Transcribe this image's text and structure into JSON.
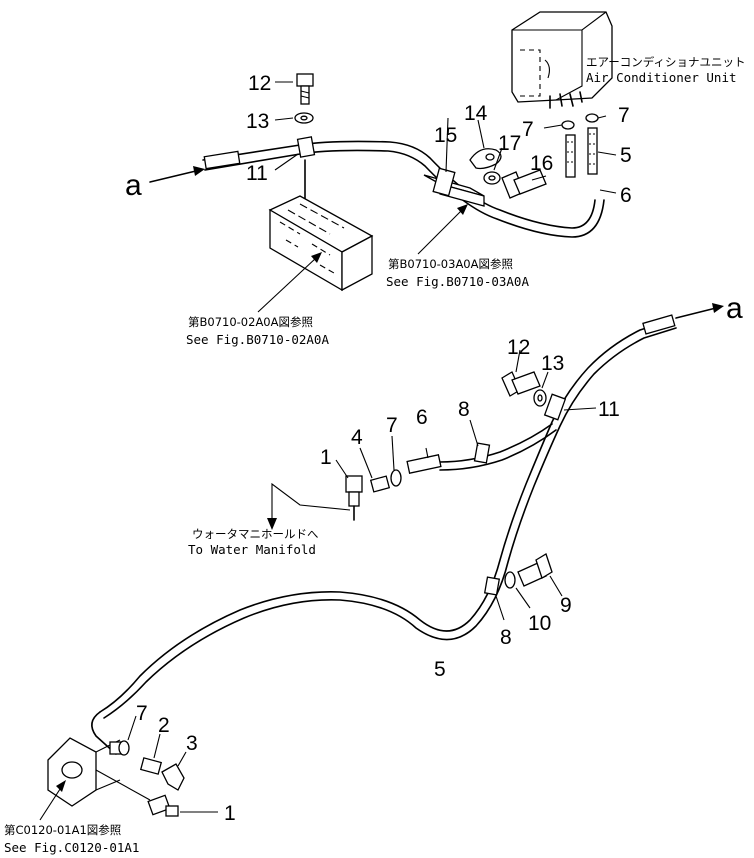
{
  "labels": {
    "top": {
      "a": "a",
      "n12": "12",
      "n13": "13",
      "n11": "11",
      "n14": "14",
      "n15": "15",
      "n17": "17",
      "n16": "16",
      "n7a": "7",
      "n7b": "7",
      "n5": "5",
      "n6": "6"
    },
    "bottom": {
      "a": "a",
      "n12": "12",
      "n13": "13",
      "n11": "11",
      "n1a": "1",
      "n4": "4",
      "n7a": "7",
      "n6": "6",
      "n8a": "8",
      "n9": "9",
      "n10": "10",
      "n8b": "8",
      "n5": "5",
      "n7b": "7",
      "n2": "2",
      "n3": "3",
      "n1b": "1"
    }
  },
  "refs": {
    "aircon_ja": "エアーコンディショナユニット",
    "aircon_en": "Air Conditioner Unit",
    "fig_03_ja": "第B0710-03A0A図参照",
    "fig_03_en": "See Fig.B0710-03A0A",
    "fig_02_ja": "第B0710-02A0A図参照",
    "fig_02_en": "See Fig.B0710-02A0A",
    "water_ja": "ウォータマニホールドへ",
    "water_en": "To Water Manifold",
    "fig_c_ja": "第C0120-01A1図参照",
    "fig_c_en": "See Fig.C0120-01A1"
  }
}
